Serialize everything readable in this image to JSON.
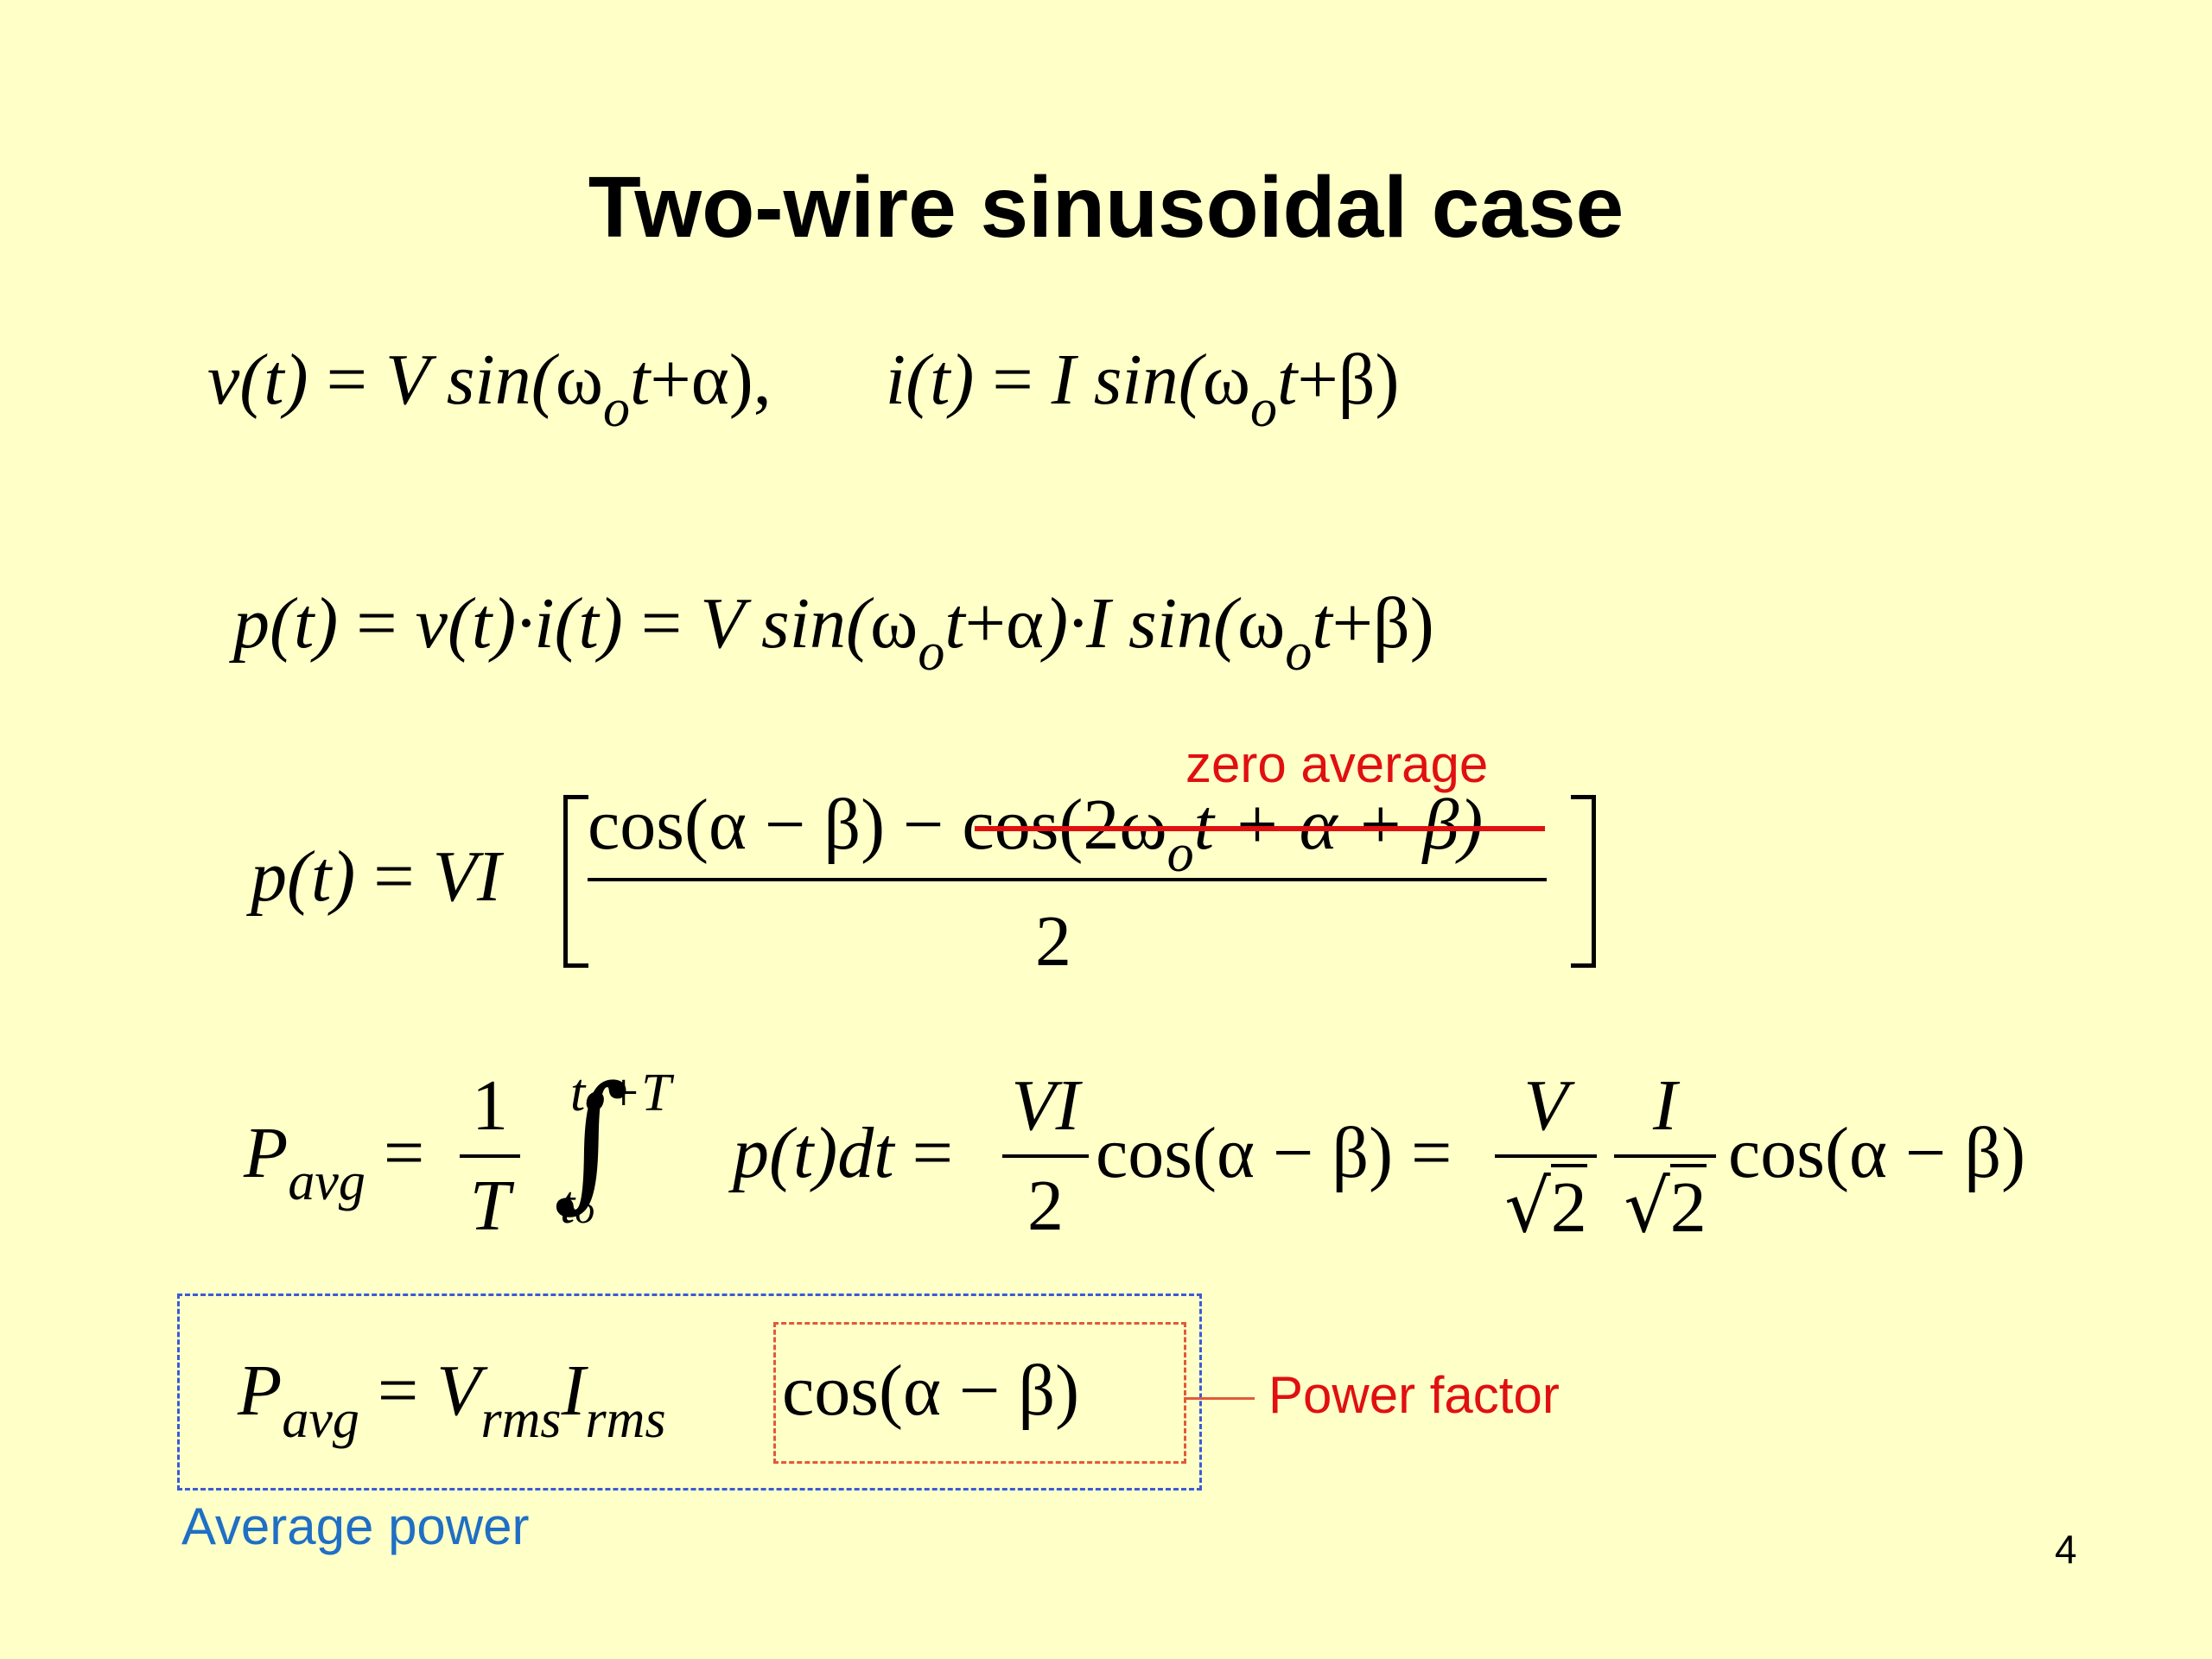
{
  "slide": {
    "title": "Two-wire sinusoidal case",
    "page_number": "4"
  },
  "eq1": {
    "v_lhs": "v(t)",
    "v_rhs_a": "V sin(",
    "omega": "ω",
    "o": "o",
    "t": "t",
    "plus_alpha": "+α",
    "v_close": "),",
    "i_lhs": "i(t)",
    "i_rhs_a": "I sin(",
    "plus_beta": "+β",
    "i_close": ")",
    "eq": "="
  },
  "eq2": {
    "lhs": "p(t)",
    "mid": "v(t)·i(t)",
    "rhs_a": "V sin(",
    "plus_alpha": "+α",
    "close_a": ")·I sin(",
    "plus_beta": "+β",
    "close_b": ")"
  },
  "eq3": {
    "lhs": "p(t)",
    "vi": "VI",
    "num_a": "cos(α − β) − ",
    "num_b": "cos(2ω",
    "num_c": "t + α + β)",
    "den": "2",
    "annotation": "zero average"
  },
  "eq4": {
    "lhs": "P",
    "lhs_sub": "avg",
    "one": "1",
    "T": "T",
    "int_upper": "t",
    "int_upper_tail": "+T",
    "int_lower": "t",
    "integrand": "p(t)dt",
    "vi_num": "VI",
    "two": "2",
    "cos": "cos(α − β)",
    "V": "V",
    "I": "I",
    "sqrt2": "2"
  },
  "eq5": {
    "lhs": "P",
    "lhs_sub": "avg",
    "V": "V",
    "I": "I",
    "rms": "rms",
    "cos": "cos(α − β)",
    "label_pf": "Power factor",
    "label_avg": "Average power"
  },
  "colors": {
    "background": "#ffffc8",
    "red": "#e01010",
    "blue": "#1f6fc5"
  }
}
